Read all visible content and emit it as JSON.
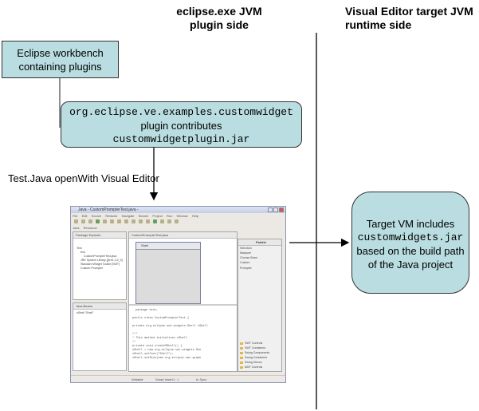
{
  "headers": {
    "left_line1": "eclipse.exe JVM",
    "left_line2": "plugin side",
    "right_line1": "Visual Editor target JVM",
    "right_line2": "runtime side"
  },
  "boxes": {
    "workbench": {
      "line1": "Eclipse workbench",
      "line2": "containing plugins"
    },
    "plugin": {
      "line1": "org.eclipse.ve.examples.customwidget",
      "line2": "plugin contributes",
      "line3": "customwidgetplugin.jar"
    },
    "target": {
      "line1": "Target VM includes",
      "line2": "customwidgets.jar",
      "line3": "based on the build path",
      "line4": "of the Java project"
    }
  },
  "arrow_label": "Test.Java openWith Visual Editor",
  "colors": {
    "box_fill": "#b9dde0",
    "line": "#000000"
  },
  "eclipse_screenshot": {
    "title": "Java - CustomPrompterTest.java -",
    "menu": [
      "File",
      "Edit",
      "Source",
      "Refactor",
      "Navigate",
      "Search",
      "Project",
      "Run",
      "Window",
      "Help"
    ],
    "perspectives": [
      "Java",
      "Resource"
    ],
    "package_explorer": {
      "tab": "Package Explorer",
      "items": [
        "Test",
        "test",
        "CustomPrompterTest.java",
        "JRE System Library [j2re1.4.2_0]",
        "Standard Widget Toolkit (SWT)",
        "Custom Prompter"
      ]
    },
    "editor_tab": "CustomPrompterTest.java",
    "shell_title": "Shell",
    "java_beans": {
      "tab": "Java Beans",
      "items": [
        "sShell \"Shell\""
      ]
    },
    "code": [
      "package test;",
      "public class CustomPrompterTest {",
      "    private org.eclipse.swt.widgets.Shell sShell",
      "    /**",
      "     * This method initializes sShell",
      "     */",
      "    private void createSShell() {",
      "        sShell = new org.eclipse.swt.widgets.She",
      "        sShell.setText(\"Shell\");",
      "        sShell.setSize(new org.eclipse.swt.graph"
    ],
    "palette": {
      "title": "Palette",
      "items": [
        "Selection",
        "Marquee",
        "Choose Bean",
        "Custom",
        "Prompter"
      ],
      "categories": [
        "SWT Controls",
        "SWT Containers",
        "Swing Components",
        "Swing Containers",
        "Swing Menus",
        "AWT Controls"
      ]
    },
    "status": [
      "Writable",
      "Smart Insert",
      "1 : 1",
      "In Sync"
    ]
  }
}
